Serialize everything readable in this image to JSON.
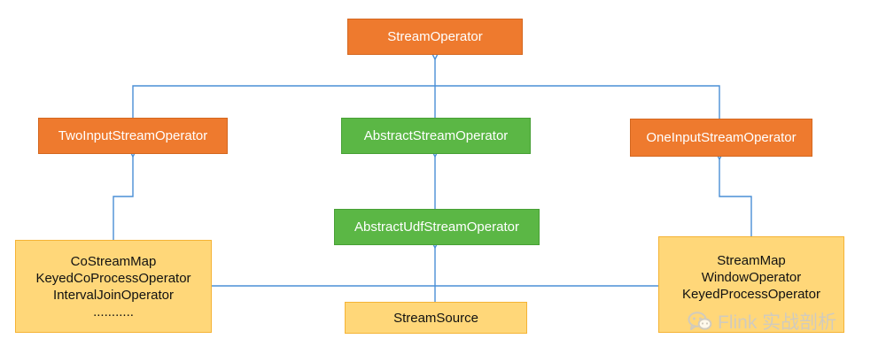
{
  "nodes": {
    "stream_operator": {
      "label": "StreamOperator"
    },
    "two_input_stream_operator": {
      "label": "TwoInputStreamOperator"
    },
    "abstract_stream_operator": {
      "label": "AbstractStreamOperator"
    },
    "one_input_stream_operator": {
      "label": "OneInputStreamOperator"
    },
    "abstract_udf_stream_operator": {
      "label": "AbstractUdfStreamOperator"
    },
    "two_input_impls": {
      "lines": [
        "CoStreamMap",
        "KeyedCoProcessOperator",
        "IntervalJoinOperator",
        "..........."
      ]
    },
    "stream_source": {
      "label": "StreamSource"
    },
    "one_input_impls": {
      "lines": [
        "StreamMap",
        "WindowOperator",
        "KeyedProcessOperator"
      ]
    }
  },
  "watermark": {
    "text": "Flink 实战剖析",
    "icon": "wechat-icon"
  },
  "colors": {
    "interface": "#ee7a2e",
    "abstract": "#5bb745",
    "implementation": "#ffd779",
    "implementation_border": "#f5b335",
    "edge": "#4a8fd6"
  }
}
